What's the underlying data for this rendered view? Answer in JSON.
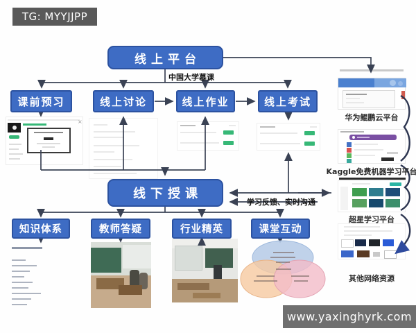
{
  "watermarks": {
    "top": "TG: MYYJJPP",
    "bottom": "www.yaxinghyrk.com"
  },
  "flow": {
    "top_box": "线上平台",
    "top_note": "中国大学慕课",
    "row2": [
      "课前预习",
      "线上讨论",
      "线上作业",
      "线上考试"
    ],
    "center_box": "线下授课",
    "feedback_note": "学习反馈、实时沟通",
    "row3": [
      "知识体系",
      "教师答疑",
      "行业精英",
      "课堂互动"
    ]
  },
  "right_column": {
    "labels": [
      "华为鲲鹏云平台",
      "Kaggle免费机器学习平台",
      "超星学习平台",
      "其他网络资源"
    ]
  },
  "colors": {
    "box_blue": "#3e6cc4",
    "box_border": "#2c52a0",
    "connector": "#3a4254",
    "badge_top": "#595959",
    "badge_bottom": "#6f6f6f",
    "venn_blue": "#b9cde8",
    "venn_orange": "#f6c9a0",
    "venn_pink": "#f3bcc8"
  }
}
